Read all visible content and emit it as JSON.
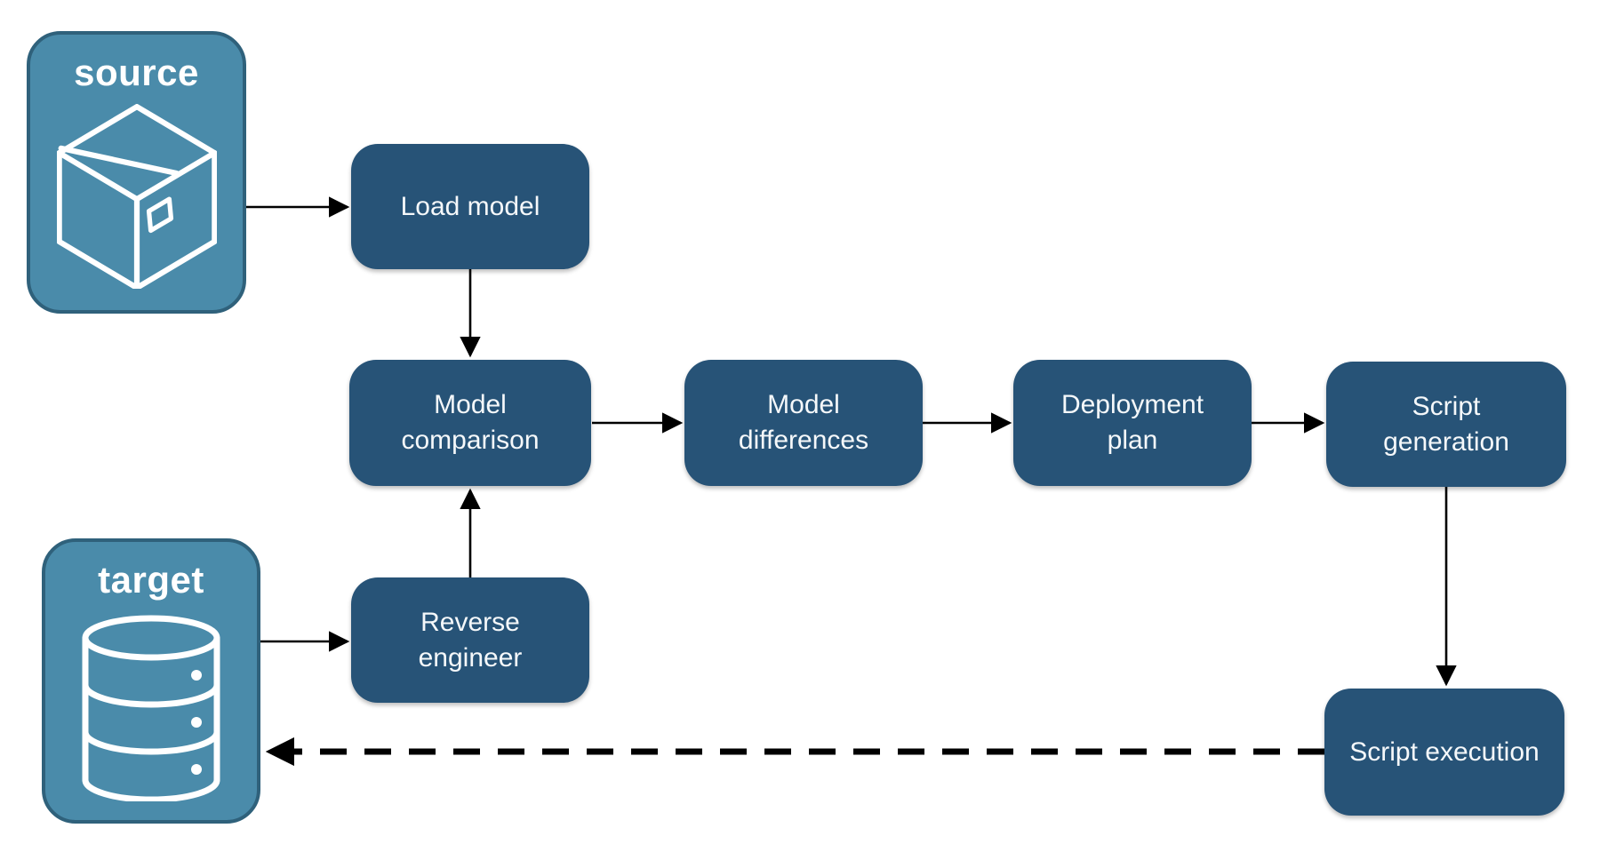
{
  "diagram": {
    "type": "flowchart",
    "containers": {
      "source": {
        "label": "source",
        "icon": "package-icon"
      },
      "target": {
        "label": "target",
        "icon": "database-icon"
      }
    },
    "nodes": {
      "load_model": {
        "label": "Load model"
      },
      "model_comparison": {
        "label": "Model comparison"
      },
      "model_differences": {
        "label": "Model differences"
      },
      "deployment_plan": {
        "label": "Deployment plan"
      },
      "script_generation": {
        "label": "Script generation"
      },
      "reverse_engineer": {
        "label": "Reverse engineer"
      },
      "script_execution": {
        "label": "Script execution"
      }
    },
    "edges": [
      {
        "from": "source",
        "to": "load_model",
        "style": "solid"
      },
      {
        "from": "load_model",
        "to": "model_comparison",
        "style": "solid"
      },
      {
        "from": "model_comparison",
        "to": "model_differences",
        "style": "solid"
      },
      {
        "from": "model_differences",
        "to": "deployment_plan",
        "style": "solid"
      },
      {
        "from": "deployment_plan",
        "to": "script_generation",
        "style": "solid"
      },
      {
        "from": "script_generation",
        "to": "script_execution",
        "style": "solid"
      },
      {
        "from": "target",
        "to": "reverse_engineer",
        "style": "solid"
      },
      {
        "from": "reverse_engineer",
        "to": "model_comparison",
        "style": "solid"
      },
      {
        "from": "script_execution",
        "to": "target",
        "style": "dashed"
      }
    ],
    "colors": {
      "container_fill": "#4A8BAA",
      "container_border": "#2F617B",
      "node_fill": "#275377",
      "label_text": "#FFFFFF",
      "arrow": "#000000",
      "background": "#FFFFFF"
    }
  }
}
